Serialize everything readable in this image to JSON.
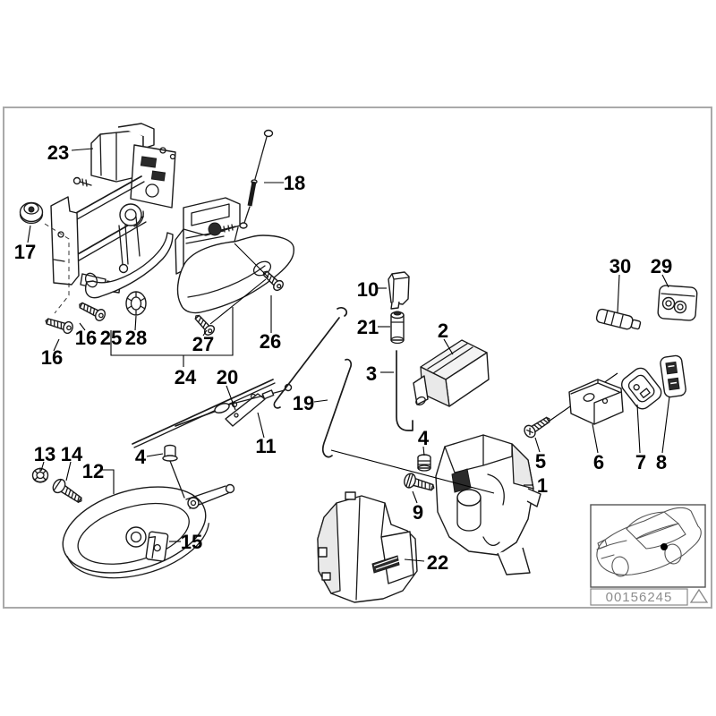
{
  "labels": [
    "23",
    "18",
    "17",
    "16",
    "25",
    "28",
    "16",
    "27",
    "26",
    "24",
    "20",
    "19",
    "11",
    "10",
    "21",
    "2",
    "3",
    "30",
    "29",
    "5",
    "6",
    "7",
    "8",
    "1",
    "4",
    "9",
    "22",
    "13",
    "14",
    "12",
    "4",
    "15"
  ],
  "footer": {
    "image_id": "00156245"
  },
  "icons": {
    "nav_triangle": "triangle-up",
    "car_location_marker": "black-dot-on-door"
  },
  "colors": {
    "line": "#1a1a1a",
    "frame_border": "#a9a9a9",
    "id_text": "#8d8d8d",
    "shade": "#e9e9e9"
  }
}
